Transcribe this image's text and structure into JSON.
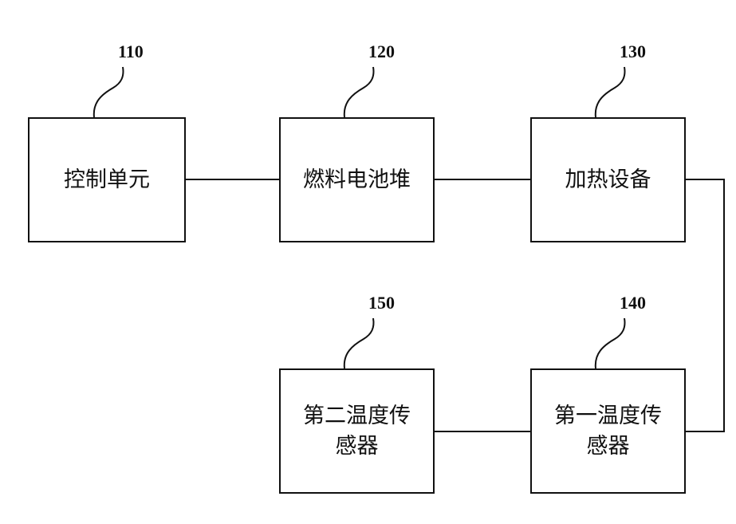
{
  "blocks": {
    "control_unit": {
      "ref": "110",
      "label": "控制单元"
    },
    "fuel_cell_stack": {
      "ref": "120",
      "label": "燃料电池堆"
    },
    "heating_device": {
      "ref": "130",
      "label": "加热设备"
    },
    "first_temp_sensor": {
      "ref": "140",
      "label_line1": "第一温度传",
      "label_line2": "感器"
    },
    "second_temp_sensor": {
      "ref": "150",
      "label_line1": "第二温度传",
      "label_line2": "感器"
    }
  },
  "colors": {
    "stroke": "#111111",
    "background": "#ffffff"
  }
}
